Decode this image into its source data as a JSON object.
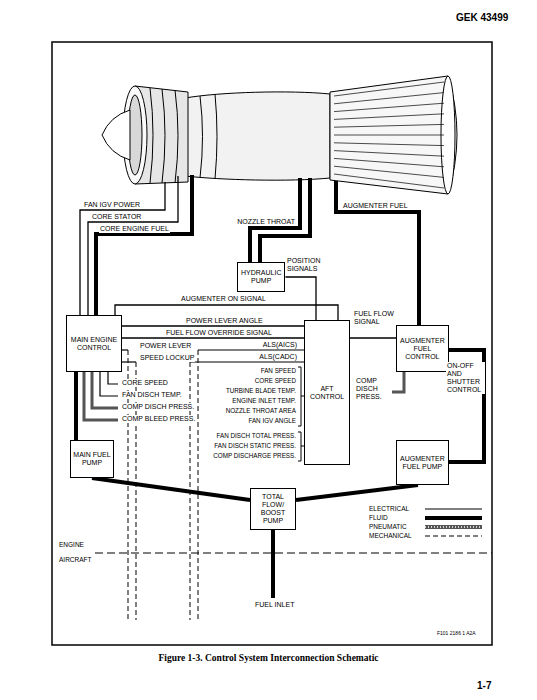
{
  "diagram": {
    "caption": "Figure 1-3. Control System Interconnection Schematic",
    "nodes": [
      {
        "text": [
          "HYDRAULIC PUMP"
        ]
      },
      {
        "text": [
          "MAIN ENGINE CONTROL"
        ]
      },
      {
        "text": [
          "AFT CONTROL"
        ]
      },
      {
        "text": [
          "AUGMENTER FUEL CONTROL"
        ]
      },
      {
        "text": [
          "MAIN FUEL PUMP"
        ]
      },
      {
        "text": [
          "AUGMENTER FUEL PUMP"
        ]
      },
      {
        "text": [
          "TOTAL FLOW/ BOOST PUMP"
        ]
      }
    ],
    "edges": [
      {
        "from": 1,
        "to": 2,
        "arrow": "none",
        "label": "AUGMENTER ON SIGNAL"
      },
      {
        "from": 1,
        "to": 2,
        "arrow": "none",
        "label": "POWER LEVER ANGLE"
      },
      {
        "from": 1,
        "to": 2,
        "arrow": "none",
        "label": "FUEL FLOW OVERRIDE SIGNAL"
      },
      {
        "from": 2,
        "to": 3,
        "arrow": "none",
        "label": "FUEL FLOW SIGNAL"
      },
      {
        "from": 2,
        "to": 0,
        "arrow": "none",
        "label": "POSITION SIGNALS"
      },
      {
        "from": 3,
        "to": 5,
        "arrow": "none",
        "label": "ON-OFF AND SHUTTER CONTROL"
      },
      {
        "from": 4,
        "to": 1,
        "arrow": "none"
      },
      {
        "from": 6,
        "to": 4,
        "arrow": "none"
      },
      {
        "from": 6,
        "to": 5,
        "arrow": "none"
      }
    ],
    "labels": [
      "GEK 43499",
      "FAN IGV POWER",
      "CORE STATOR",
      "CORE ENGINE FUEL",
      "NOZZLE THROAT",
      "AUGMENTER FUEL",
      "POWER LEVER",
      "SPEED LOCKUP",
      "ALS(AICS)",
      "ALS(CADC)",
      "CORE SPEED",
      "FAN DISCH TEMP.",
      "COMP DISCH PRESS.",
      "COMP BLEED PRESS.",
      "FAN SPEED",
      "CORE SPEED",
      "TURBINE BLADE TEMP.",
      "ENGINE INLET TEMP.",
      "NOZZLE THROAT AREA",
      "FAN IGV ANGLE",
      "FAN DISCH TOTAL PRESS.",
      "FAN DISCH STATIC PRESS.",
      "COMP DISCHARGE PRESS.",
      "COMP DISCH PRESS.",
      "ENGINE",
      "AIRCRAFT",
      "FUEL INLET",
      "F101 2186 1 A2A",
      "1-7"
    ],
    "legend": [
      {
        "text": "ELECTRICAL"
      },
      {
        "text": "FLUID"
      },
      {
        "text": "PNEUMATIC"
      },
      {
        "text": "MECHANICAL"
      }
    ]
  }
}
